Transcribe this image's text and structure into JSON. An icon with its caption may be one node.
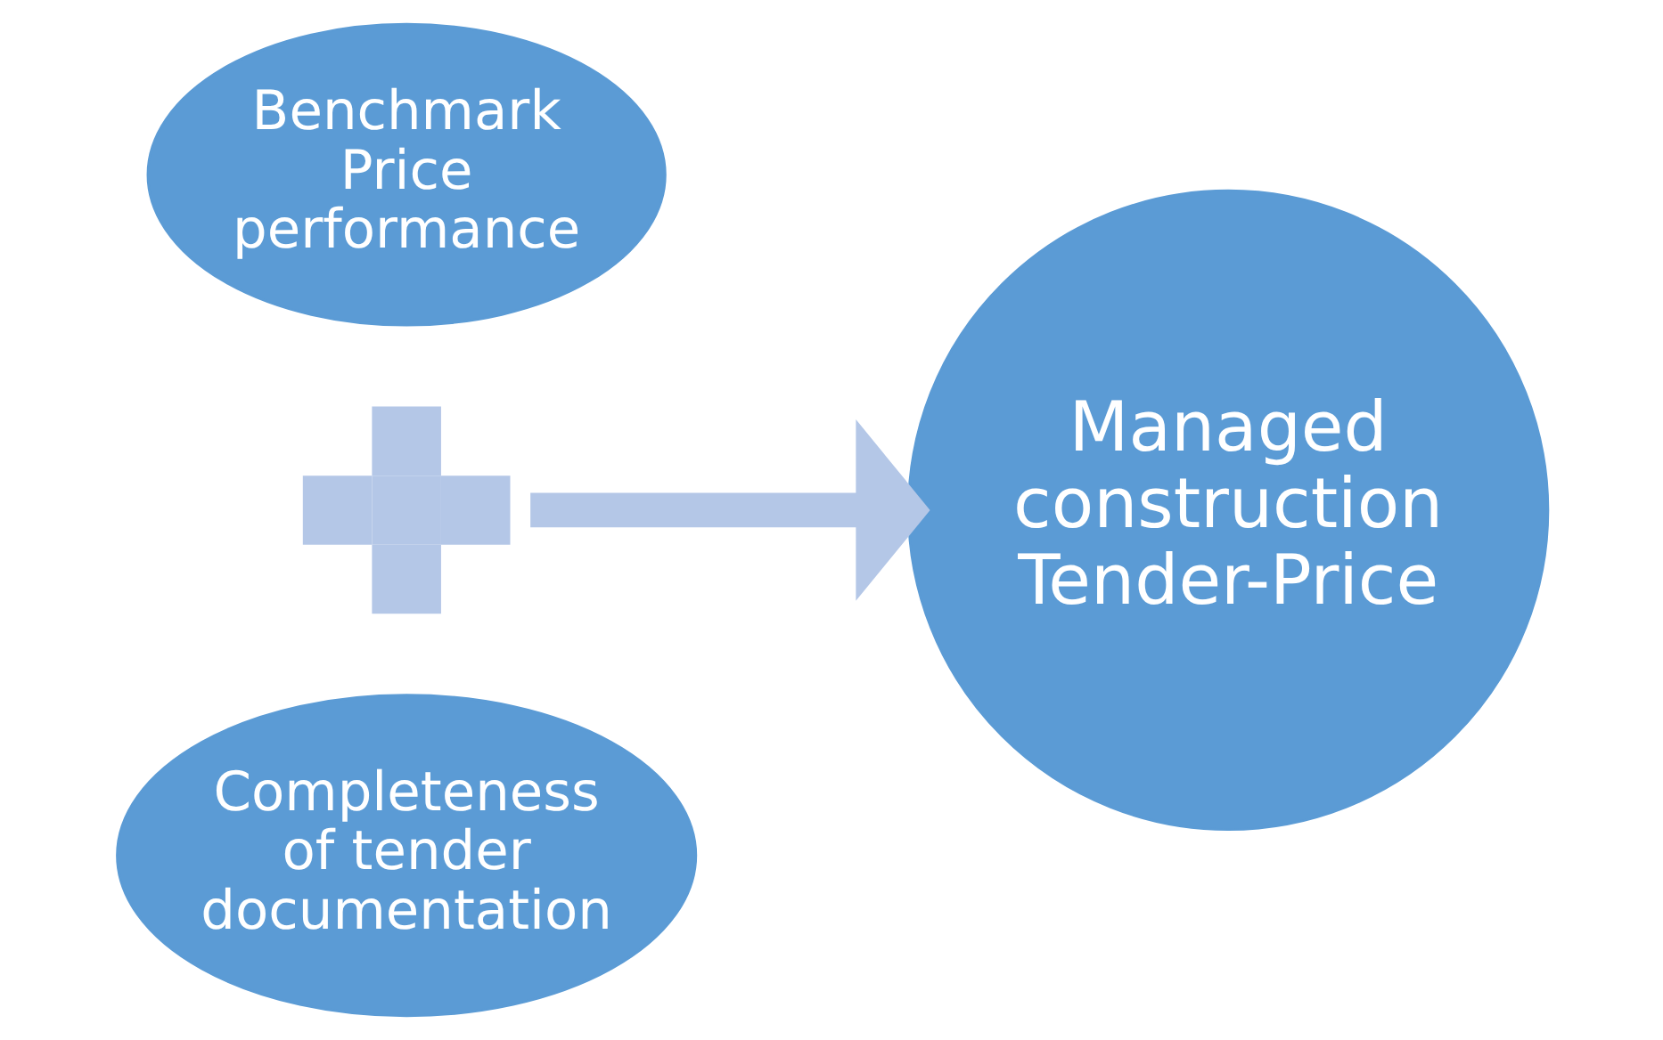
{
  "diagram": {
    "nodes": [
      {
        "text": [
          "Benchmark Price performance"
        ]
      },
      {
        "text": [],
        "shape": "cross"
      },
      {
        "text": [
          "Completeness of tender documentation"
        ]
      },
      {
        "text": [
          "Managed construction Tender-Price"
        ]
      }
    ],
    "edges": [
      {
        "from": 1,
        "to": 3,
        "arrow": "to",
        "color": "#b4c7e7"
      }
    ]
  }
}
